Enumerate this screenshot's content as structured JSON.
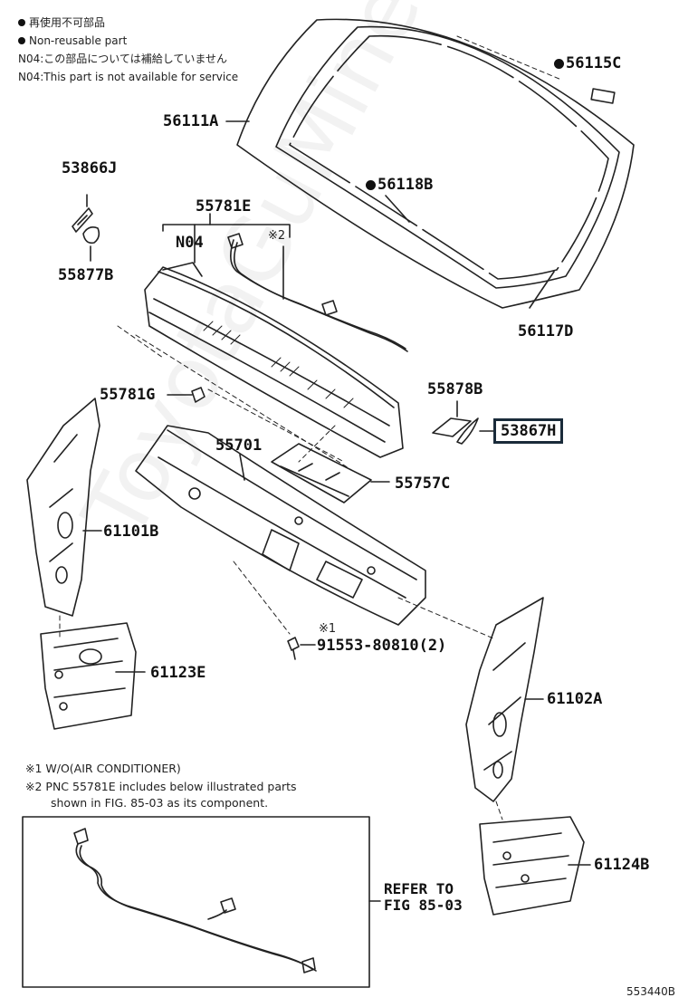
{
  "legend": {
    "reuse_jp": "再使用不可部品",
    "reuse_en": "Non-reusable part",
    "n04_jp": "N04:この部品については補給していません",
    "n04_en": "N04:This part is not available for service"
  },
  "parts": {
    "p56115c": "56115C",
    "p56111a": "56111A",
    "p53866j": "53866J",
    "p56118b": "56118B",
    "p55781e": "55781E",
    "n04": "N04",
    "mark2": "※2",
    "p55877b": "55877B",
    "p56117d": "56117D",
    "p55878b": "55878B",
    "p55781g": "55781G",
    "p53867h": "53867H",
    "p55701": "55701",
    "p55757c": "55757C",
    "p61101b": "61101B",
    "mark1": "※1",
    "p91553": "91553-80810(2)",
    "p61123e": "61123E",
    "p61102a": "61102A",
    "p61124b": "61124B"
  },
  "footnotes": {
    "note1": "※1 W/O(AIR CONDITIONER)",
    "note2_line1": "※2 PNC 55781E includes below illustrated parts",
    "note2_line2": "shown in FIG. 85-03 as its component."
  },
  "refer": {
    "line1": "REFER TO",
    "line2": "FIG 85-03"
  },
  "diagram_id": "553440B",
  "watermark": "ToyotaGuMine.ru",
  "colors": {
    "line": "#222222",
    "highlight_border": "#1a2b3a",
    "background": "#ffffff"
  }
}
